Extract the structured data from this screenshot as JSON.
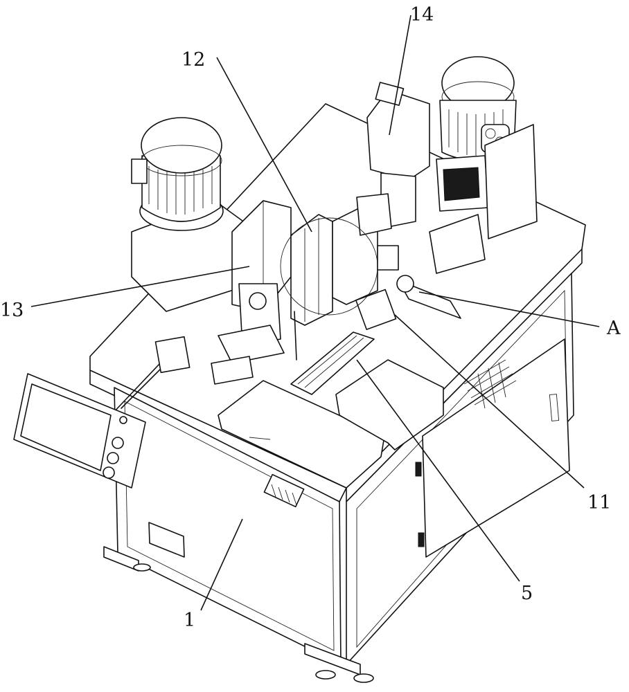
{
  "labels": {
    "l1": "1",
    "l5": "5",
    "l11": "11",
    "l12": "12",
    "l13": "13",
    "l14": "14",
    "lA": "A"
  }
}
